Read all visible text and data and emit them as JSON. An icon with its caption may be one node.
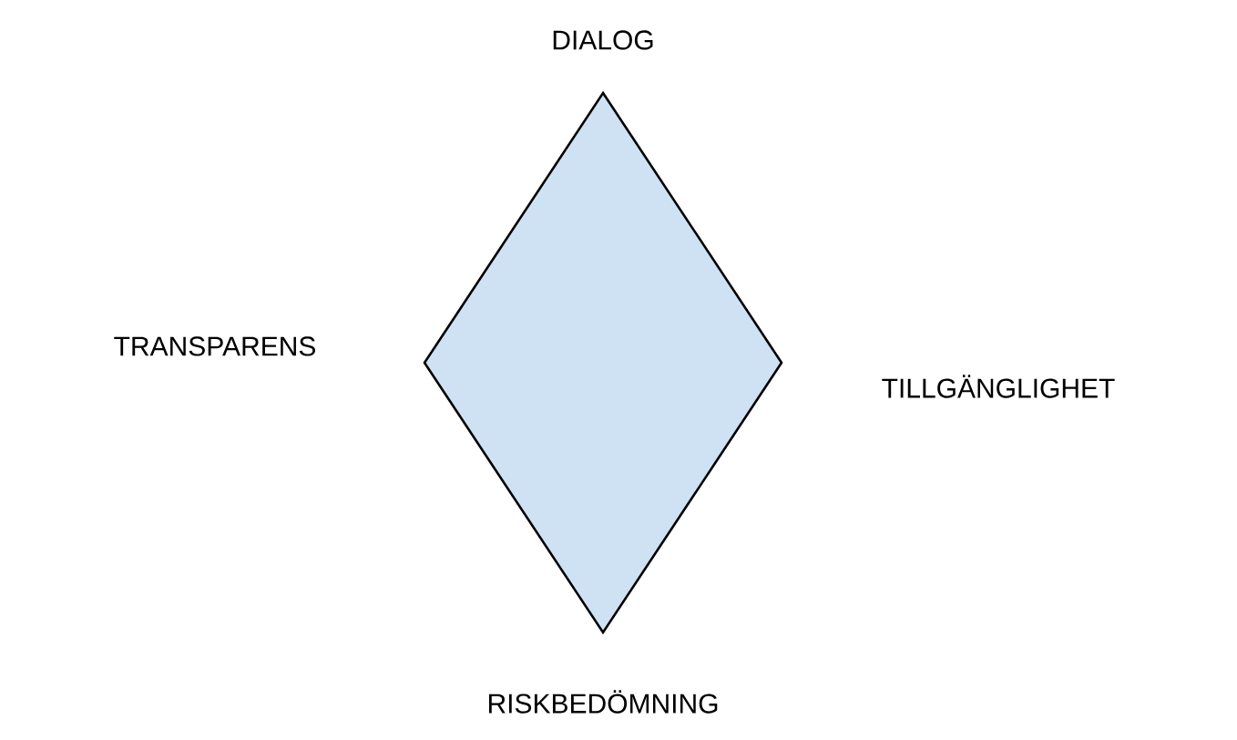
{
  "diagram": {
    "nodes": [
      {
        "text": [],
        "shape": "diamond"
      }
    ],
    "edges": [],
    "labels": [
      "DIALOG",
      "TRANSPARENS",
      "TILLGÄNGLIGHET",
      "RISKBEDÖMNING"
    ]
  }
}
